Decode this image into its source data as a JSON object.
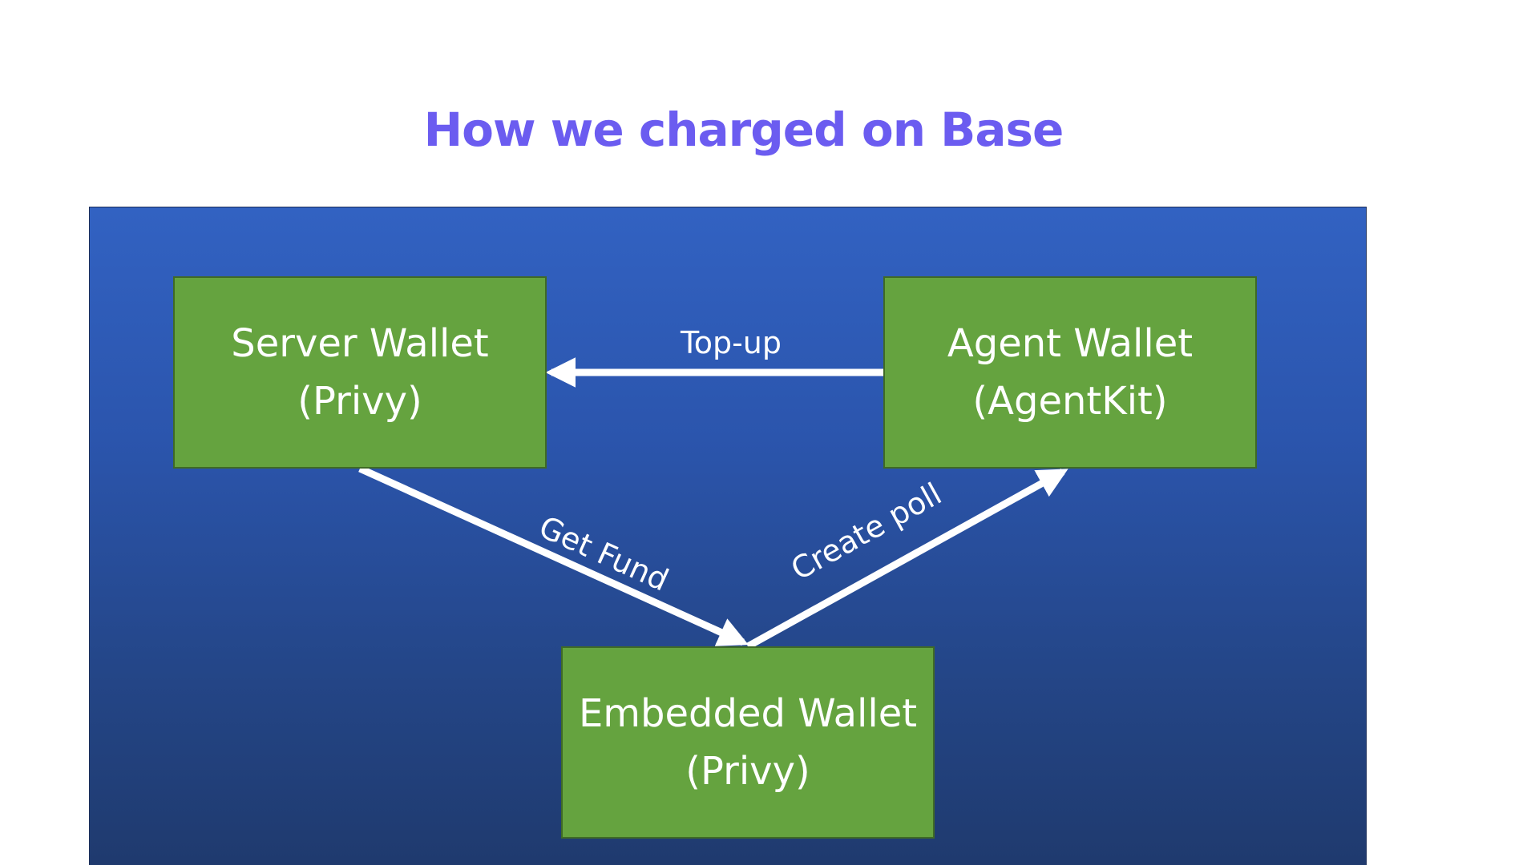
{
  "slide": {
    "title": "How we charged on Base"
  },
  "nodes": {
    "server_wallet": {
      "line1": "Server Wallet",
      "line2": "(Privy)"
    },
    "agent_wallet": {
      "line1": "Agent Wallet",
      "line2": "(AgentKit)"
    },
    "embedded_wallet": {
      "line1": "Embedded Wallet",
      "line2": "(Privy)"
    }
  },
  "edges": {
    "top_up": {
      "label": "Top-up",
      "from": "Agent Wallet",
      "to": "Server Wallet"
    },
    "get_fund": {
      "label": "Get Fund",
      "from": "Server Wallet",
      "to": "Embedded Wallet"
    },
    "create_poll": {
      "label": "Create poll",
      "from": "Embedded Wallet",
      "to": "Agent Wallet"
    }
  },
  "colors": {
    "title": "#6b5cf0",
    "panel_top": "#3262c2",
    "panel_bottom": "#1f3a6e",
    "node_fill": "#65a33f",
    "node_border": "#3f6a25",
    "arrow": "#ffffff"
  }
}
